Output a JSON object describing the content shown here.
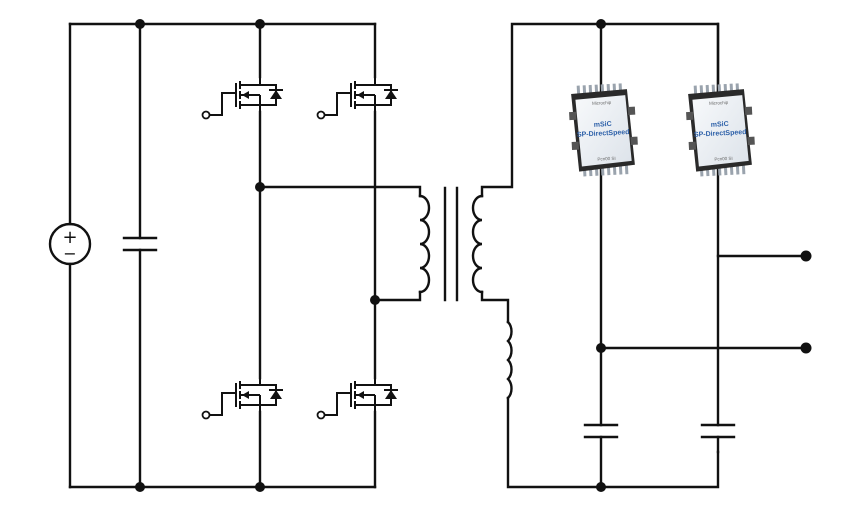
{
  "diagram": {
    "type": "circuit-schematic",
    "components": {
      "source": {
        "kind": "dc-voltage-source",
        "symbol_top": "+",
        "symbol_bottom": "−"
      },
      "input_capacitor": {
        "kind": "capacitor"
      },
      "switches": {
        "kind": "mosfet-with-body-diode",
        "count": 4
      },
      "transformer": {
        "kind": "transformer"
      },
      "output_inductor": {
        "kind": "inductor"
      },
      "rectifier_chips": {
        "kind": "ic-package",
        "count": 2,
        "logo_text": "Microchip",
        "brand_text": "mSiC",
        "series_text": "SP-DirectSpeed",
        "footer_text": "Pcn00 SI"
      },
      "output_capacitors": {
        "kind": "capacitor",
        "count": 2
      },
      "output_terminals": {
        "kind": "terminal",
        "count": 2
      }
    },
    "colors": {
      "wire": "#111111",
      "background": "#ffffff",
      "chip_body": "#2a2a2a",
      "chip_face": "#eef2f6",
      "chip_brand": "#2b5fa8"
    }
  }
}
